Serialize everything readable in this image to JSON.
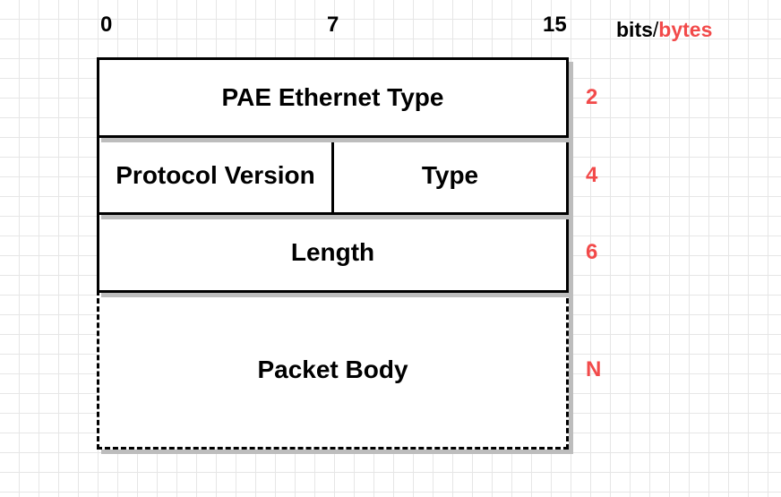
{
  "bit_scale": {
    "start": "0",
    "middle": "7",
    "end": "15"
  },
  "unit_legend": {
    "bits": "bits",
    "separator": "/",
    "bytes": "bytes"
  },
  "fields": {
    "pae_ethernet_type": "PAE Ethernet Type",
    "protocol_version": "Protocol Version",
    "type": "Type",
    "length": "Length",
    "packet_body": "Packet Body"
  },
  "byte_offsets": {
    "row1": "2",
    "row2": "4",
    "row3": "6",
    "row4": "N"
  },
  "colors": {
    "byte_label": "#f24a4a",
    "border": "#000000",
    "shadow": "#bdbdbd",
    "grid": "#e6e6e6"
  }
}
